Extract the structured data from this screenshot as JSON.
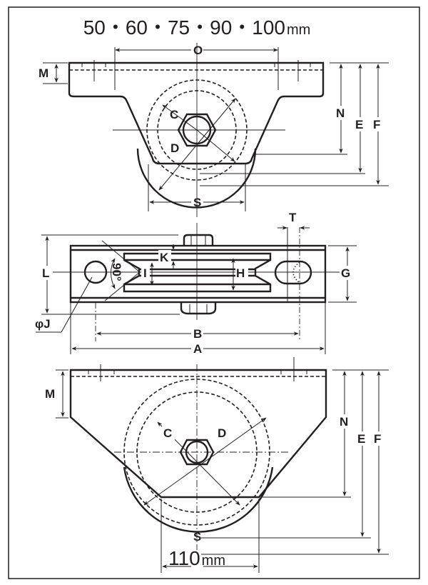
{
  "title_top": {
    "sizes": "50・60・75・90・100",
    "unit": "mm"
  },
  "title_bottom": {
    "sizes": "110",
    "unit": "mm"
  },
  "top_view": {
    "labels": {
      "O": "O",
      "M": "M",
      "N": "N",
      "E": "E",
      "F": "F",
      "C": "C",
      "D": "D",
      "S": "S"
    }
  },
  "side_view": {
    "labels": {
      "T": "T",
      "K": "K",
      "L": "L",
      "G": "G",
      "I": "I",
      "H": "H",
      "J": "φJ",
      "B": "B",
      "A": "A",
      "angle": "90°"
    }
  },
  "bottom_view": {
    "labels": {
      "M": "M",
      "N": "N",
      "E": "E",
      "F": "F",
      "C": "C",
      "D": "D",
      "S": "S"
    }
  },
  "colors": {
    "line": "#231f20",
    "background": "#ffffff"
  }
}
